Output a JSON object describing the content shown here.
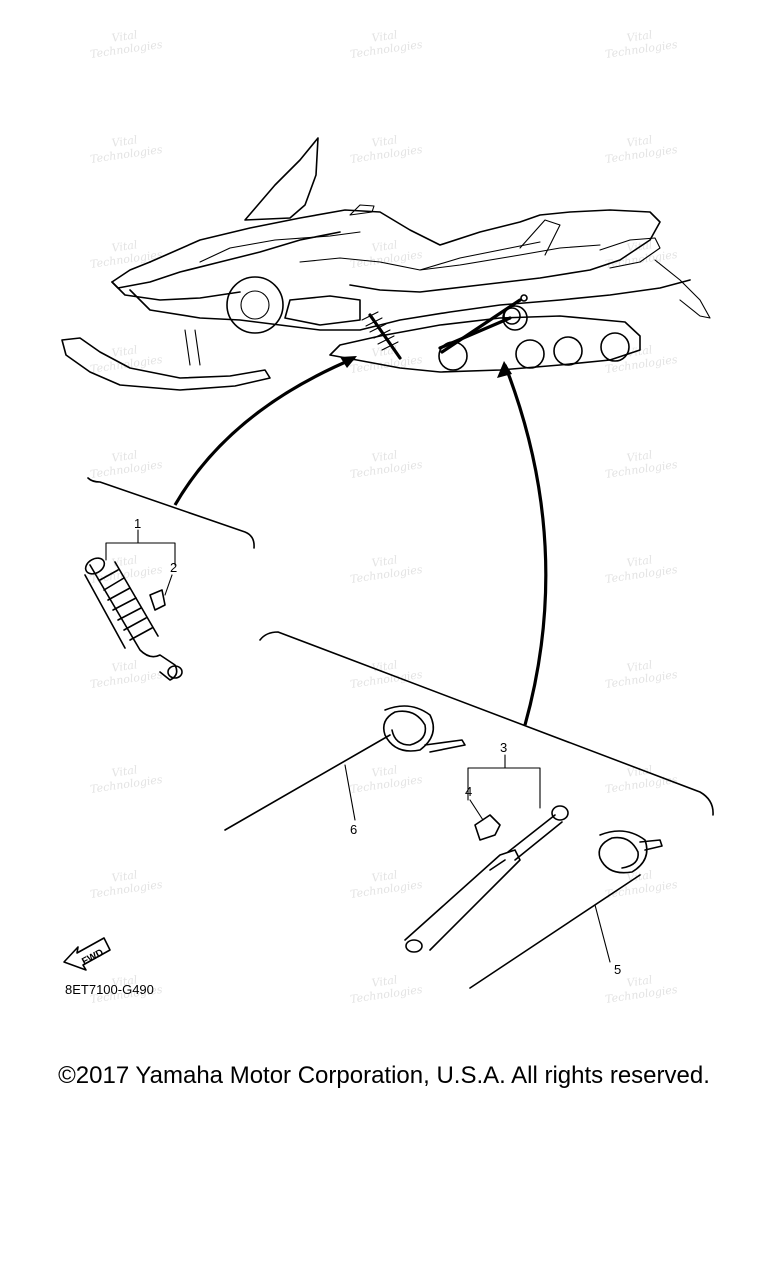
{
  "diagram": {
    "callouts": [
      {
        "id": "1",
        "label": "1"
      },
      {
        "id": "2",
        "label": "2"
      },
      {
        "id": "3",
        "label": "3"
      },
      {
        "id": "4",
        "label": "4"
      },
      {
        "id": "5",
        "label": "5"
      },
      {
        "id": "6",
        "label": "6"
      }
    ],
    "fwd_label": "FWD",
    "diagram_code": "8ET7100-G490",
    "watermark_lines": [
      "Vital",
      "Technologies"
    ]
  },
  "footer": {
    "copyright": "©2017 Yamaha Motor Corporation, U.S.A. All rights reserved."
  }
}
